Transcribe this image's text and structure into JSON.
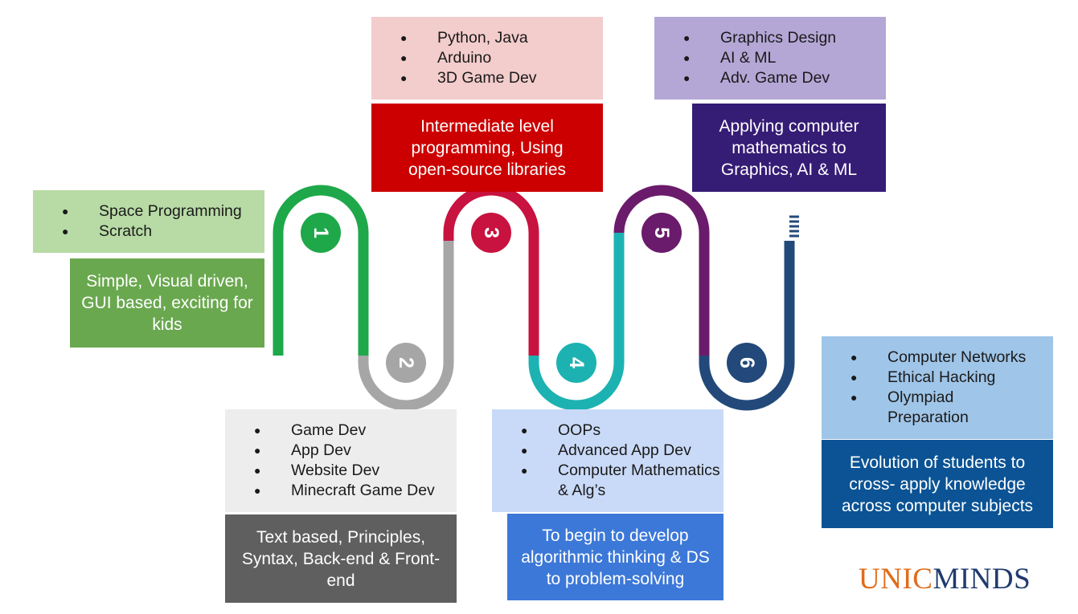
{
  "stages": [
    {
      "number": "1",
      "bullets": [
        "Space Programming",
        "Scratch"
      ],
      "description": "Simple, Visual driven, GUI based, exciting for kids",
      "color": "#1ea84a",
      "bullet_bg": "#b8dba5",
      "desc_bg": "#6aa84f"
    },
    {
      "number": "2",
      "bullets": [
        "Game Dev",
        "App Dev",
        "Website Dev",
        "Minecraft Game Dev"
      ],
      "description": "Text based, Principles, Syntax, Back-end & Front-end",
      "color": "#a6a6a6",
      "bullet_bg": "#ededed",
      "desc_bg": "#5f5f5f"
    },
    {
      "number": "3",
      "bullets": [
        "Python, Java",
        "Arduino",
        "3D Game Dev"
      ],
      "description": "Intermediate level programming, Using open-source libraries",
      "color": "#c8123f",
      "bullet_bg": "#f3cccc",
      "desc_bg": "#cc0000"
    },
    {
      "number": "4",
      "bullets": [
        "OOPs",
        "Advanced App Dev",
        "Computer Mathematics & Alg’s"
      ],
      "description": "To begin to develop algorithmic thinking & DS to problem-solving",
      "color": "#1db2b2",
      "bullet_bg": "#c9daf8",
      "desc_bg": "#3c78d8"
    },
    {
      "number": "5",
      "bullets": [
        "Graphics Design",
        "AI & ML",
        "Adv. Game Dev"
      ],
      "description": "Applying computer mathematics to Graphics, AI & ML",
      "color": "#6b1b6b",
      "bullet_bg": "#b4a7d6",
      "desc_bg": "#351c75"
    },
    {
      "number": "6",
      "bullets": [
        "Computer Networks",
        "Ethical Hacking",
        "Olympiad Preparation"
      ],
      "description": "Evolution of students to cross- apply knowledge across computer subjects",
      "color": "#23497a",
      "bullet_bg": "#9fc5e8",
      "desc_bg": "#0b5394"
    }
  ],
  "logo": {
    "part1": "UNIC",
    "part2": "MINDS",
    "color1": "#e06c1b",
    "color2": "#1f3a6e"
  }
}
